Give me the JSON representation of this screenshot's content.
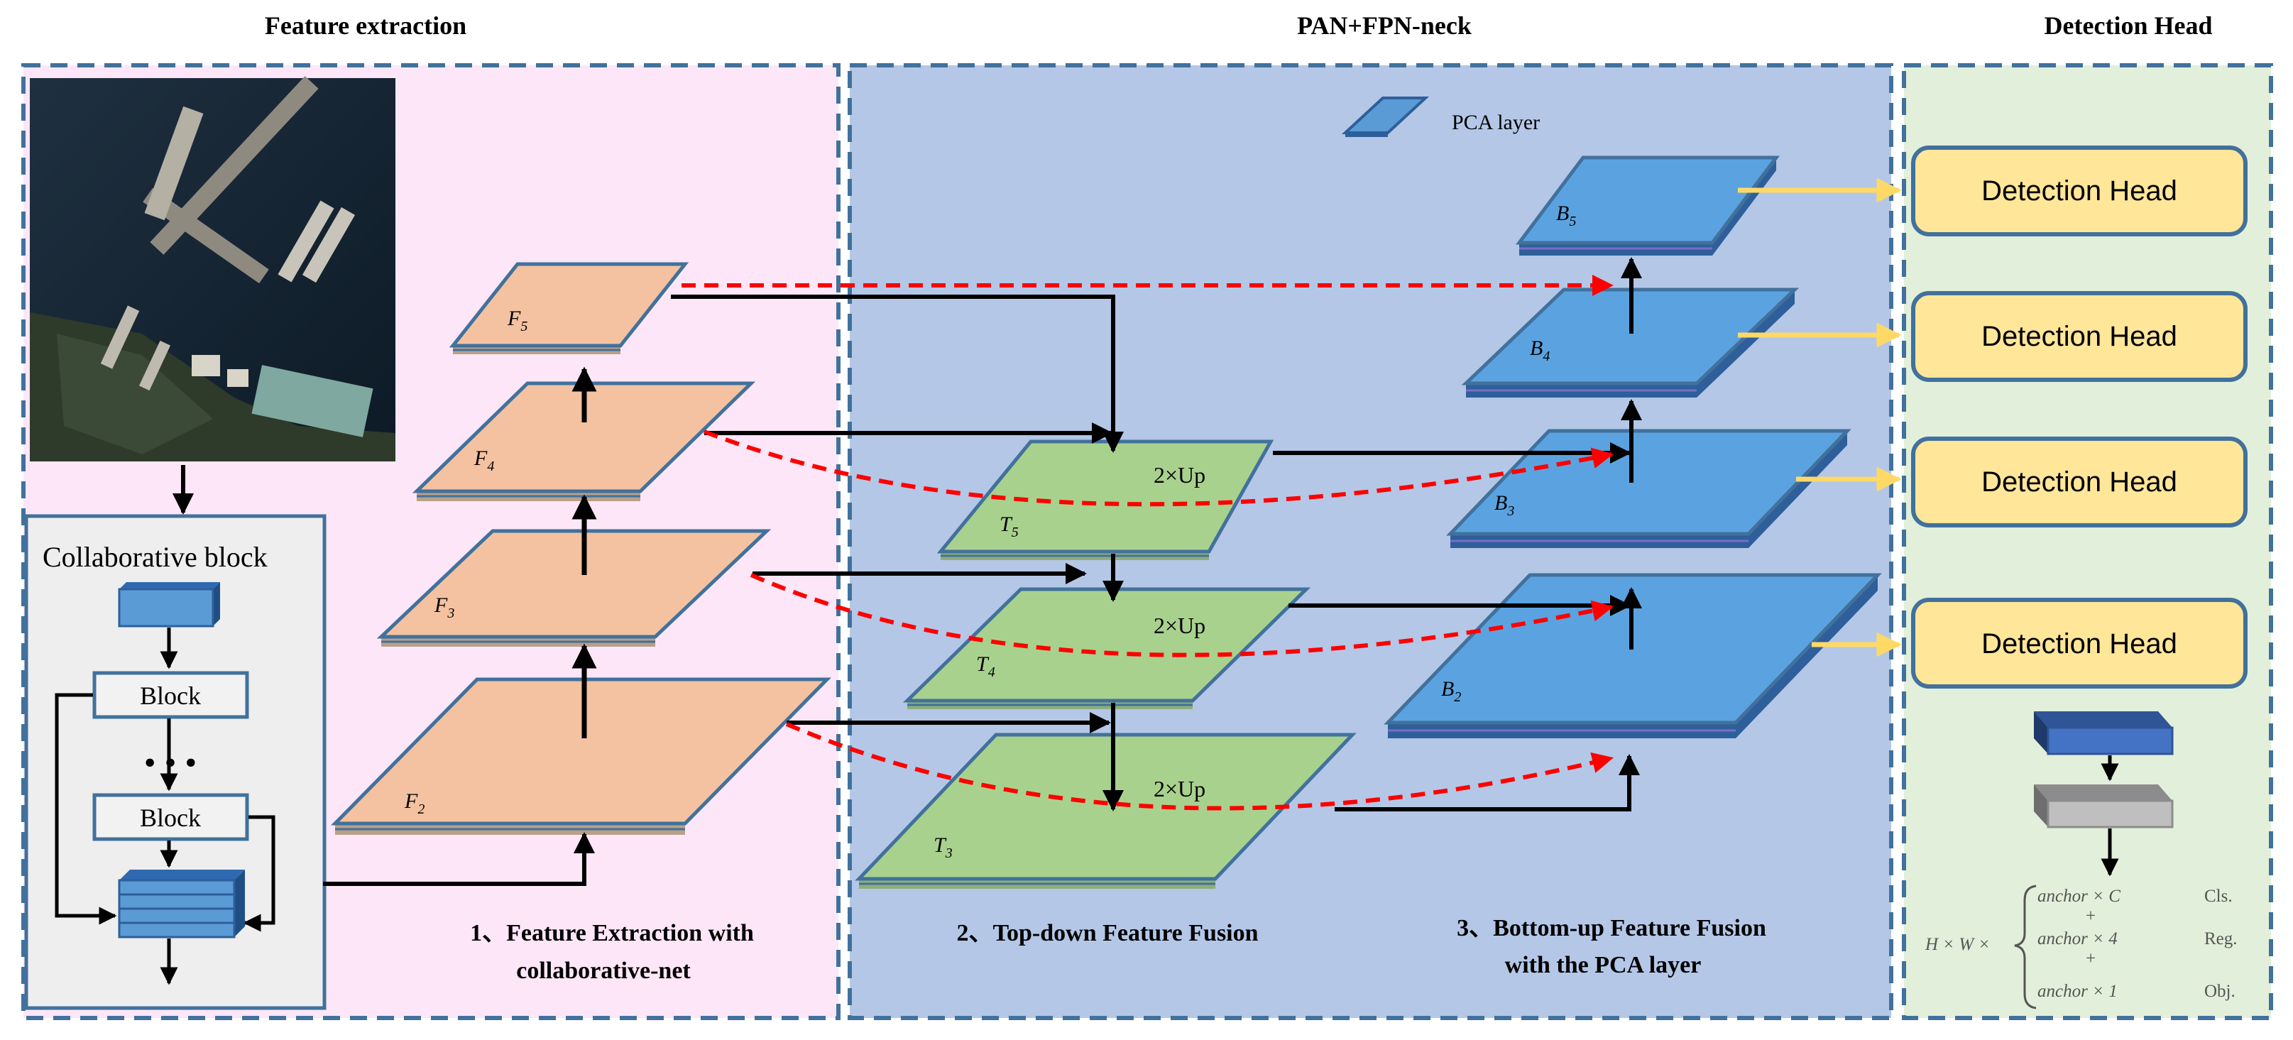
{
  "headers": {
    "left": "Feature extraction",
    "middle": "PAN+FPN-neck",
    "right": "Detection Head"
  },
  "legend": {
    "pca_layer": "PCA layer"
  },
  "collab": {
    "title": "Collaborative block",
    "block1": "Block",
    "dots": "• • •",
    "block2": "Block"
  },
  "features": {
    "F": "F",
    "T": "T",
    "B": "B",
    "subs": [
      "5",
      "4",
      "3",
      "2"
    ],
    "t_subs": [
      "5",
      "4",
      "3"
    ]
  },
  "upsample": "2×Up",
  "captions": {
    "c1_line1": "1、Feature Extraction with",
    "c1_line2": "collaborative-net",
    "c2": "2、Top-down Feature Fusion",
    "c3_line1": "3、Bottom-up Feature Fusion",
    "c3_line2": "with the PCA layer"
  },
  "detection_heads": [
    "Detection Head",
    "Detection Head",
    "Detection Head",
    "Detection Head"
  ],
  "formula": {
    "prefix": "H × W ×",
    "rows": [
      "anchor × C",
      "anchor × 4",
      "anchor × 1"
    ],
    "plus": "+",
    "labels": [
      "Cls.",
      "Reg.",
      "Obj."
    ]
  },
  "colors": {
    "left_bg": "#fce6f7",
    "mid_bg": "#b4c7e7",
    "right_bg": "#e2efda",
    "panel_border": "#41719c",
    "orange": "#f4c2a1",
    "green": "#a9d18e",
    "blue": "#5ba3e0",
    "head_fill": "#ffe699",
    "dashed_arrow": "#ff0000",
    "head_arrow": "#ffd966"
  }
}
